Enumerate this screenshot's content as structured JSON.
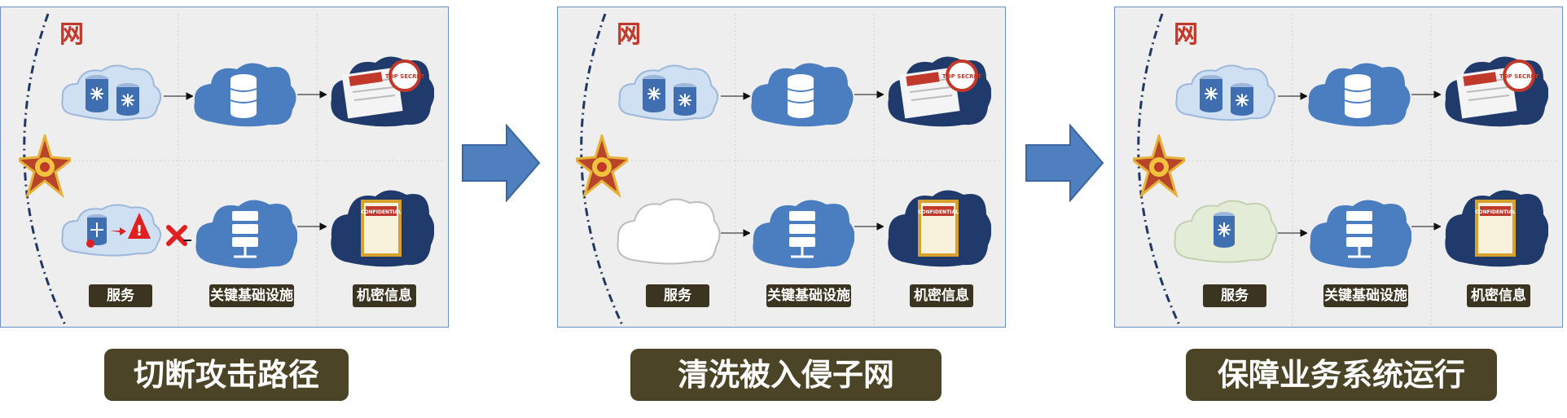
{
  "panels": [
    {
      "net_char": "网",
      "labels": [
        "服务",
        "关键基础设施",
        "机密信息"
      ],
      "caption": "切断攻击路径",
      "blocked": true,
      "lower_service": "attacked"
    },
    {
      "net_char": "网",
      "labels": [
        "服务",
        "关键基础设施",
        "机密信息"
      ],
      "caption": "清洗被入侵子网",
      "blocked": false,
      "lower_service": "cleaned"
    },
    {
      "net_char": "网",
      "labels": [
        "服务",
        "关键基础设施",
        "机密信息"
      ],
      "caption": "保障业务系统运行",
      "blocked": false,
      "lower_service": "restored"
    }
  ],
  "stamp_text": "TOP SECRET",
  "folder_text": "CONFIDENTIAL",
  "colors": {
    "label_bg": "#3b3420",
    "caption_bg": "#4b4426",
    "panel_border": "#6c8ebf",
    "arrow": "#4f7fbf",
    "net_char": "#c0392b",
    "light_cloud": "#cfe0f3",
    "dark_cloud": "#4a7ec0",
    "navy_cloud": "#1f3a6b"
  }
}
